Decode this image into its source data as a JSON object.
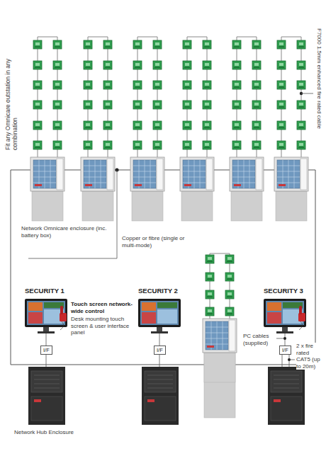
{
  "diagram": {
    "nodes": [
      {
        "text": [
          "I/F"
        ]
      },
      {
        "text": [
          "I/F"
        ]
      },
      {
        "text": [
          "I/F"
        ]
      }
    ],
    "labels": [
      "Fit any Omnicare outstation in any combination",
      "F7000 1.5mm enhanced fire rated cable",
      "Network Omnicare enclosure (inc. battery box)",
      "Copper or fibre (single or multi-mode)",
      "SECURITY 1",
      "Touch screen network-wide control",
      "Desk mounting touch screen & user interface panel",
      "SECURITY 2",
      "SECURITY 3",
      "PC cables (supplied)",
      "2 x fire rated CAT5 (up to 20m)",
      "Network Hub Enclosure"
    ]
  }
}
